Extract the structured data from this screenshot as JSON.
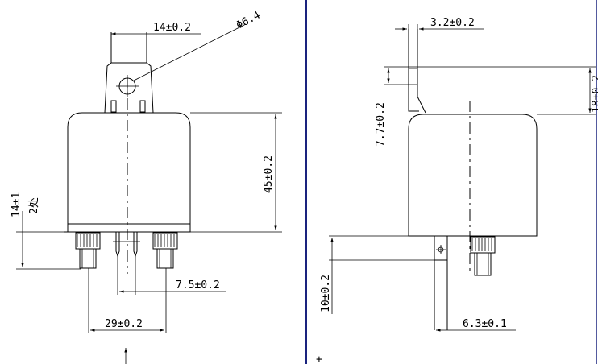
{
  "dimensions": {
    "phi": "Φ6.4",
    "top_width": "14±0.2",
    "body_height": "45±0.2",
    "terminal_height": "14±1",
    "terminal_note": "2处",
    "pin_pitch": "7.5±0.2",
    "terminal_pitch": "29±0.2",
    "tab_thickness": "3.2±0.2",
    "tab_height": "7.7±0.2",
    "side_partial": "18±0.2",
    "pin_length": "10±0.2",
    "pin_offset": "6.3±0.1"
  },
  "colors": {
    "line": "#000000",
    "separator": "#1a237e"
  }
}
